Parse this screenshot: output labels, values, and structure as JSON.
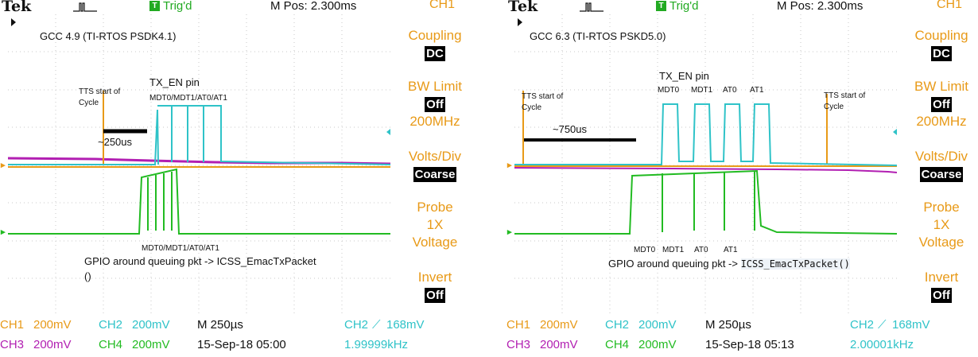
{
  "left": {
    "brand": "Tek",
    "trig_state": "Trig'd",
    "trig_box": "T",
    "m_pos": "M Pos: 2.300ms",
    "side_title": "CH1",
    "coupling_label": "Coupling",
    "coupling_value": "DC",
    "bw_label": "BW Limit",
    "bw_value": "Off",
    "bw_freq": "200MHz",
    "volts_label": "Volts/Div",
    "volts_value": "Coarse",
    "probe_label": "Probe",
    "probe_value": "1X",
    "probe_type": "Voltage",
    "invert_label": "Invert",
    "invert_value": "Off",
    "caption": "GCC 4.9 (TI-RTOS PSDK4.1)",
    "tx_en": "TX_EN pin",
    "mdt_top": "MDT0/MDT1/AT0/AT1",
    "tts_line1": "TTS start of",
    "tts_line2": "Cycle",
    "duration": "~250us",
    "mdt_bottom": "MDT0/MDT1/AT0/AT1",
    "gpio_line1": "GPIO around queuing pkt -> ICSS_EmacTxPacket",
    "gpio_line2": "()",
    "ch1": "CH1",
    "ch1_v": "200mV",
    "ch2": "CH2",
    "ch2_v": "200mV",
    "timebase": "M 250µs",
    "trig_ch": "CH2",
    "trig_level": "168mV",
    "ch3": "CH3",
    "ch3_v": "200mV",
    "ch4": "CH4",
    "ch4_v": "200mV",
    "datetime": "15-Sep-18 05:00",
    "freq": "1.99999kHz"
  },
  "right": {
    "brand": "Tek",
    "trig_state": "Trig'd",
    "trig_box": "T",
    "m_pos": "M Pos: 2.300ms",
    "side_title": "CH1",
    "coupling_label": "Coupling",
    "coupling_value": "DC",
    "bw_label": "BW Limit",
    "bw_value": "Off",
    "bw_freq": "200MHz",
    "volts_label": "Volts/Div",
    "volts_value": "Coarse",
    "probe_label": "Probe",
    "probe_value": "1X",
    "probe_type": "Voltage",
    "invert_label": "Invert",
    "invert_value": "Off",
    "caption": "GCC 6.3 (TI-RTOS PSKD5.0)",
    "tx_en": "TX_EN pin",
    "mdt_top": [
      "MDT0",
      "MDT1",
      "AT0",
      "AT1"
    ],
    "tts_left_1": "TTS start of",
    "tts_left_2": "Cycle",
    "tts_right_1": "TTS start of",
    "tts_right_2": "Cycle",
    "duration": "~750us",
    "mdt_bottom": [
      "MDT0",
      "MDT1",
      "AT0",
      "AT1"
    ],
    "gpio_prefix": "GPIO around queuing pkt -> ",
    "gpio_func": "ICSS_EmacTxPacket()",
    "ch1": "CH1",
    "ch1_v": "200mV",
    "ch2": "CH2",
    "ch2_v": "200mV",
    "timebase": "M 250µs",
    "trig_ch": "CH2",
    "trig_level": "168mV",
    "ch3": "CH3",
    "ch3_v": "200mV",
    "ch4": "CH4",
    "ch4_v": "200mV",
    "datetime": "15-Sep-18 05:13",
    "freq": "2.00001kHz"
  },
  "colors": {
    "ch1": "#e89a18",
    "ch2": "#2fc3c8",
    "ch3": "#b21fb2",
    "ch4": "#22bb22",
    "grid": "#c8c8c8"
  }
}
